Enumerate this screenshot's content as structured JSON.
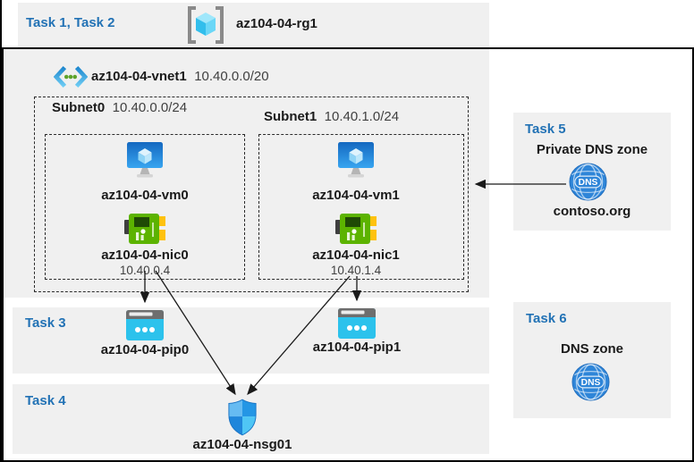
{
  "colors": {
    "task_label_blue": "#2272B5",
    "band_gray": "#F0F0F0",
    "arrow_black": "#1A1A1A",
    "nic_green": "#5CB300",
    "pip_cyan": "#2CC2EC",
    "dns_blue": "#2E85D8",
    "vm_blue": "#1468C0"
  },
  "header": {
    "task_label": "Task 1, Task 2",
    "resource_group": "az104-04-rg1"
  },
  "vnet": {
    "name": "az104-04-vnet1",
    "cidr": "10.40.0.0/20"
  },
  "subnets": [
    {
      "name": "Subnet0",
      "cidr": "10.40.0.0/24",
      "vm": "az104-04-vm0",
      "nic": "az104-04-nic0",
      "ip": "10.40.0.4"
    },
    {
      "name": "Subnet1",
      "cidr": "10.40.1.0/24",
      "vm": "az104-04-vm1",
      "nic": "az104-04-nic1",
      "ip": "10.40.1.4"
    }
  ],
  "task3": {
    "label": "Task 3",
    "pip0": "az104-04-pip0",
    "pip1": "az104-04-pip1"
  },
  "task4": {
    "label": "Task 4",
    "nsg": "az104-04-nsg01"
  },
  "task5": {
    "label": "Task 5",
    "title": "Private DNS zone",
    "zone": "contoso.org"
  },
  "task6": {
    "label": "Task 6",
    "title": "DNS zone"
  },
  "dns_icon_text": "DNS",
  "icons": {
    "resource_group": "resource-group-icon",
    "virtual_network": "virtual-network-icon",
    "virtual_machine": "virtual-machine-icon",
    "network_interface": "network-interface-icon",
    "public_ip": "public-ip-icon",
    "dns_zone": "dns-globe-icon",
    "network_security_group": "shield-icon"
  }
}
